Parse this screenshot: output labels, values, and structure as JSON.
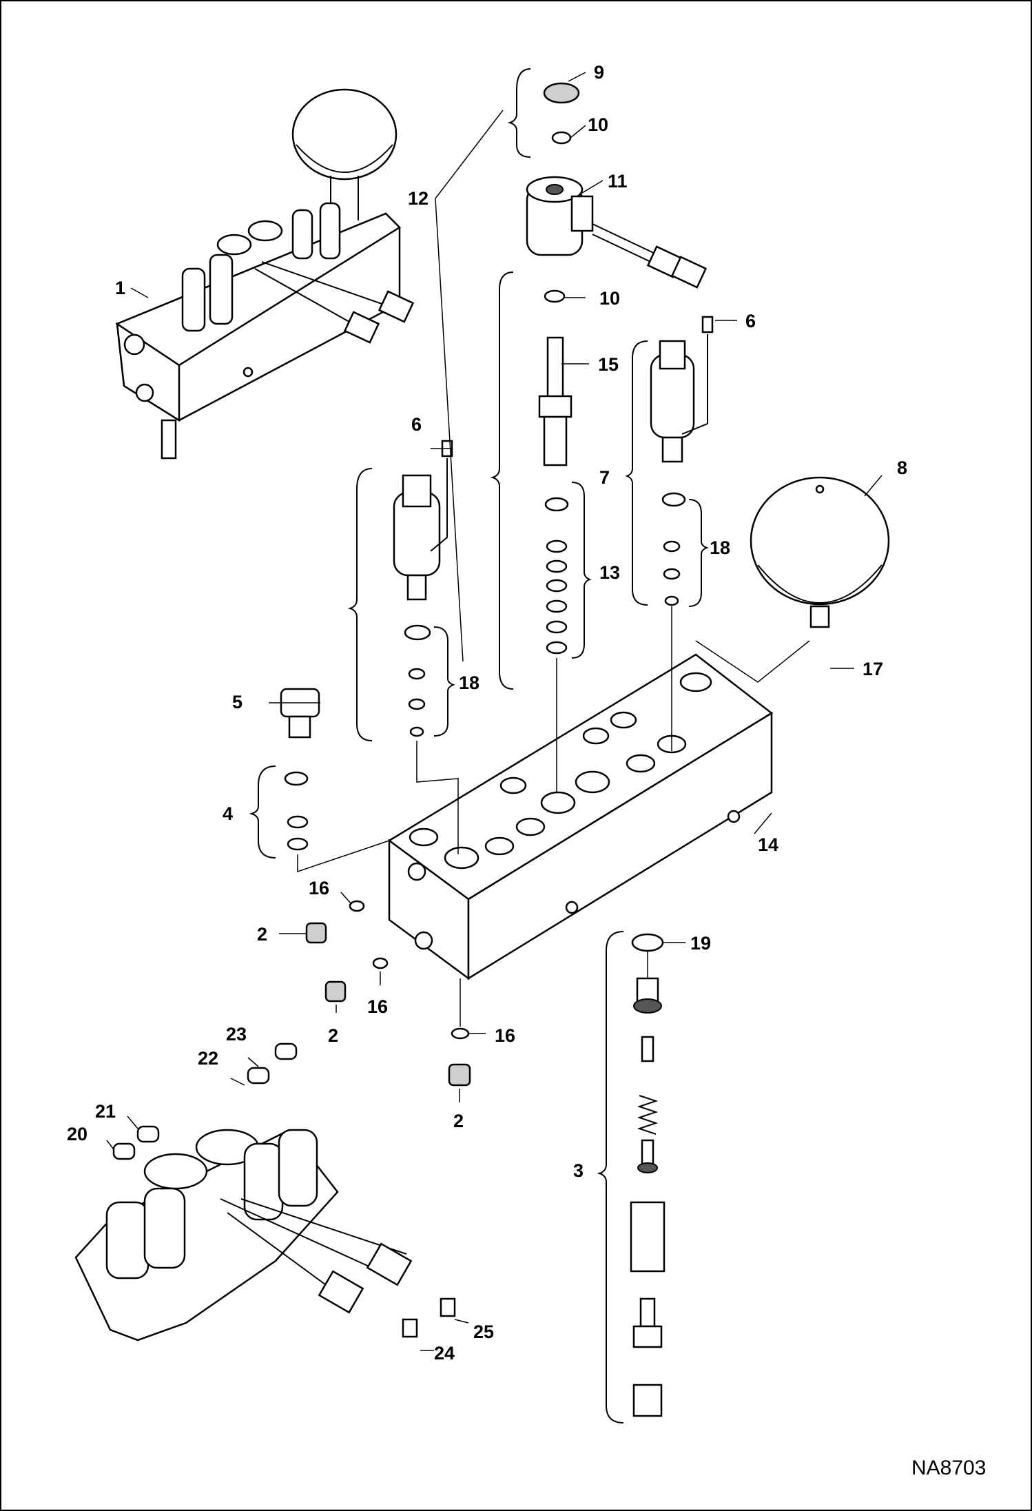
{
  "diagram": {
    "drawing_code": "NA8703",
    "callouts": [
      {
        "id": "c1",
        "text": "1"
      },
      {
        "id": "c2a",
        "text": "2"
      },
      {
        "id": "c2b",
        "text": "2"
      },
      {
        "id": "c2c",
        "text": "2"
      },
      {
        "id": "c3",
        "text": "3"
      },
      {
        "id": "c4",
        "text": "4"
      },
      {
        "id": "c5",
        "text": "5"
      },
      {
        "id": "c6a",
        "text": "6"
      },
      {
        "id": "c6b",
        "text": "6"
      },
      {
        "id": "c7",
        "text": "7"
      },
      {
        "id": "c8",
        "text": "8"
      },
      {
        "id": "c9",
        "text": "9"
      },
      {
        "id": "c10a",
        "text": "10"
      },
      {
        "id": "c10b",
        "text": "10"
      },
      {
        "id": "c11",
        "text": "11"
      },
      {
        "id": "c12",
        "text": "12"
      },
      {
        "id": "c13",
        "text": "13"
      },
      {
        "id": "c14",
        "text": "14"
      },
      {
        "id": "c15",
        "text": "15"
      },
      {
        "id": "c16a",
        "text": "16"
      },
      {
        "id": "c16b",
        "text": "16"
      },
      {
        "id": "c16c",
        "text": "16"
      },
      {
        "id": "c17",
        "text": "17"
      },
      {
        "id": "c18a",
        "text": "18"
      },
      {
        "id": "c18b",
        "text": "18"
      },
      {
        "id": "c19",
        "text": "19"
      },
      {
        "id": "c20",
        "text": "20"
      },
      {
        "id": "c21",
        "text": "21"
      },
      {
        "id": "c22",
        "text": "22"
      },
      {
        "id": "c23",
        "text": "23"
      },
      {
        "id": "c24",
        "text": "24"
      },
      {
        "id": "c25",
        "text": "25"
      }
    ]
  }
}
